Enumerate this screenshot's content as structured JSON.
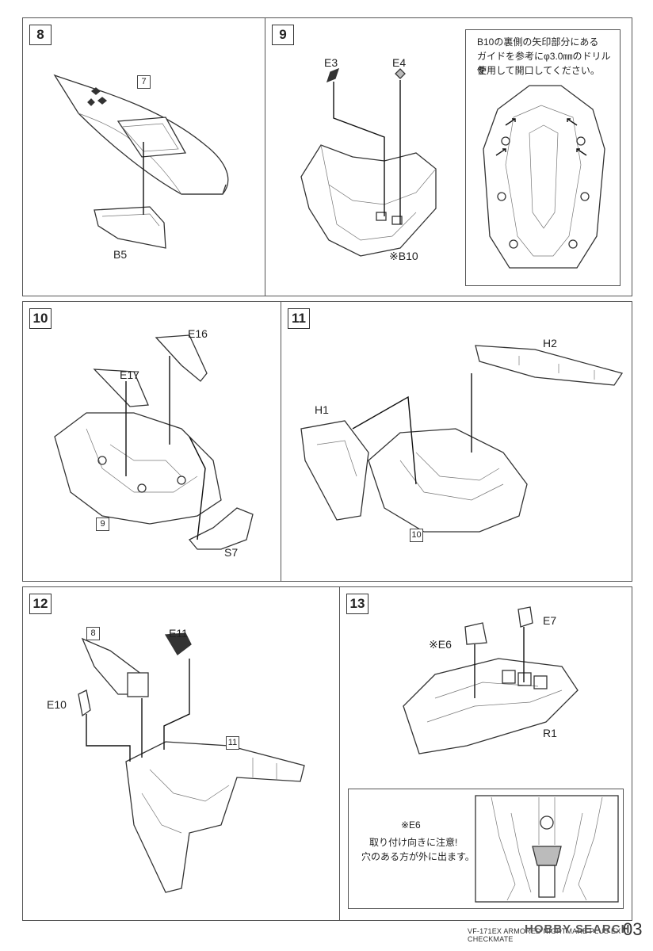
{
  "steps": {
    "s8": {
      "num": "8",
      "ref": "7",
      "parts": {
        "p1": "B5"
      }
    },
    "s9": {
      "num": "9",
      "parts": {
        "p1": "E3",
        "p2": "E4",
        "p3": "※B10"
      },
      "note": {
        "line1": "B10の裏側の矢印部分にある",
        "line2": "ガイドを参考にφ3.0㎜のドリルを",
        "line3": "使用して開口してください。"
      }
    },
    "s10": {
      "num": "10",
      "ref": "9",
      "parts": {
        "p1": "E16",
        "p2": "E17",
        "p3": "S7"
      }
    },
    "s11": {
      "num": "11",
      "ref": "10",
      "parts": {
        "p1": "H2",
        "p2": "H1"
      }
    },
    "s12": {
      "num": "12",
      "ref1": "8",
      "ref2": "11",
      "parts": {
        "p1": "E11",
        "p2": "E10"
      }
    },
    "s13": {
      "num": "13",
      "parts": {
        "p1": "E7",
        "p2": "※E6",
        "p3": "R1"
      },
      "note": {
        "title": "※E6",
        "line1": "取り付け向きに注意!",
        "line2": "穴のある方が外に出ます。"
      }
    }
  },
  "footer": {
    "text": "VF-171EX ARMORED NIGHTMARE PLUS EX CHECKMATE",
    "logo": "HOBBY SEARCH",
    "page": "03"
  }
}
